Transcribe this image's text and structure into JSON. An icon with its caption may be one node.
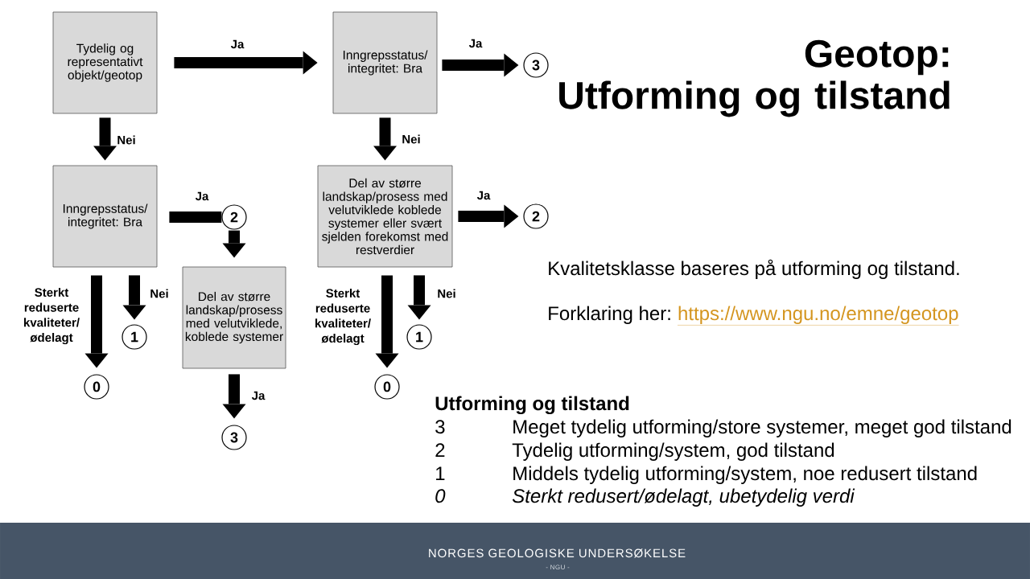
{
  "diagram": {
    "title": "Geotop: Utforming og tilstand",
    "nodes": [
      {
        "text": [
          "Tydelig og representativt objekt/geotop"
        ]
      },
      {
        "text": [
          "Inngrepsstatus/ integritet: Bra"
        ]
      },
      {
        "text": [
          "3"
        ]
      },
      {
        "text": [
          "Inngrepsstatus/ integritet: Bra"
        ]
      },
      {
        "text": [
          "2"
        ]
      },
      {
        "text": [
          "Del av større landskap/prosess med velutviklede koblede systemer eller svært sjelden forekomst med restverdier"
        ]
      },
      {
        "text": [
          "2"
        ]
      },
      {
        "text": [
          "Del av større landskap/prosess med velutviklede, koblede systemer"
        ]
      },
      {
        "text": [
          "1"
        ]
      },
      {
        "text": [
          "0"
        ]
      },
      {
        "text": [
          "3"
        ]
      },
      {
        "text": [
          "1"
        ]
      },
      {
        "text": [
          "0"
        ]
      }
    ],
    "edges": [
      {
        "from": 0,
        "to": 1,
        "arrow": "to",
        "label": "Ja"
      },
      {
        "from": 1,
        "to": 2,
        "arrow": "to",
        "label": "Ja"
      },
      {
        "from": 0,
        "to": 3,
        "arrow": "to",
        "label": "Nei"
      },
      {
        "from": 1,
        "to": 5,
        "arrow": "to",
        "label": "Nei"
      },
      {
        "from": 3,
        "to": 4,
        "arrow": "none",
        "label": "Ja"
      },
      {
        "from": 4,
        "to": 7,
        "arrow": "to"
      },
      {
        "from": 5,
        "to": 6,
        "arrow": "to",
        "label": "Ja"
      },
      {
        "from": 3,
        "to": 9,
        "arrow": "to",
        "label": "Sterkt reduserte kvaliteter/ ødelagt"
      },
      {
        "from": 3,
        "to": 8,
        "arrow": "to",
        "label": "Nei"
      },
      {
        "from": 7,
        "to": 10,
        "arrow": "to",
        "label": "Ja"
      },
      {
        "from": 5,
        "to": 12,
        "arrow": "to",
        "label": "Sterkt reduserte kvaliteter/ ødelagt"
      },
      {
        "from": 5,
        "to": 11,
        "arrow": "to",
        "label": "Nei"
      }
    ],
    "labels": [
      "Kvalitetsklasse baseres på utforming og tilstand.",
      "Forklaring her:",
      "https://www.ngu.no/emne/geotop",
      "Utforming og tilstand",
      "3",
      "Meget tydelig utforming/store systemer, meget god tilstand",
      "2",
      "Tydelig utforming/system, god tilstand",
      "1",
      "Middels tydelig utforming/system, noe redusert tilstand",
      "0",
      "Sterkt redusert/ødelagt, ubetydelig verdi",
      "NORGES GEOLOGISKE UNDERSØKELSE",
      "- NGU -"
    ]
  }
}
